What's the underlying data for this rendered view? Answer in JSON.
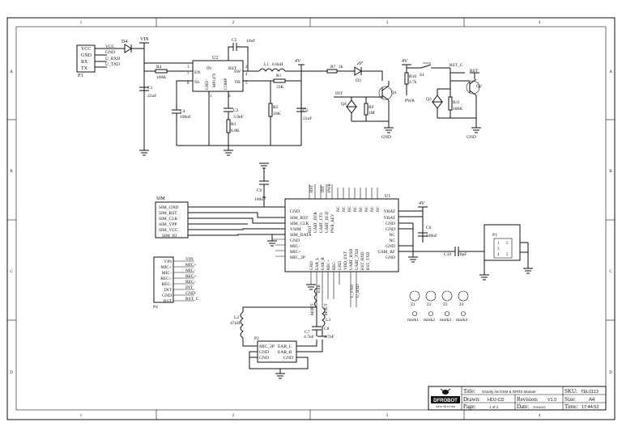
{
  "border": {
    "columns": [
      "1",
      "2",
      "3",
      "4"
    ],
    "rows": [
      "A",
      "B",
      "C",
      "D"
    ]
  },
  "power_connector": {
    "ref": "P3",
    "pins": [
      "VCC",
      "GND",
      "RX",
      "TX"
    ],
    "nets": [
      "VCC",
      "GND",
      "U_RXD",
      "U_TXD"
    ]
  },
  "regulator": {
    "diode": "D4",
    "vin": "VIN",
    "ic_ref": "U2",
    "ic_part": "MP1470",
    "pins": {
      "in": "IN",
      "en": "EN",
      "ss": "SS",
      "gnd": "GND",
      "bst": "BST",
      "sw": "SW",
      "fb": "FB",
      "comp": "COMP"
    },
    "pin_numbers": [
      "3",
      "7",
      "8",
      "1",
      "2",
      "4",
      "5",
      "6"
    ],
    "r4": {
      "ref": "R4",
      "value": "100K"
    },
    "c1": {
      "ref": "C1",
      "value": "22uF"
    },
    "c4": {
      "ref": "C4",
      "value": "100nF"
    },
    "c5": {
      "ref": "C5",
      "value": "10nF"
    },
    "c3": {
      "ref": "C3",
      "value": "3.9nF"
    },
    "r3": {
      "ref": "R3",
      "value": "6.8K"
    },
    "l1": {
      "ref": "L1",
      "value": "6.8uH"
    },
    "r1": {
      "ref": "R1",
      "value": "33K"
    },
    "r2": {
      "ref": "R2",
      "value": "10K"
    },
    "c2": {
      "ref": "C2",
      "value": "22uF"
    },
    "out_net": "4V"
  },
  "leds": {
    "r7": {
      "ref": "R7",
      "value": "2k"
    },
    "d3": "D3",
    "q1": "Q1",
    "q4": "Q4",
    "int_label": "INT",
    "r9": {
      "ref": "R9",
      "value": "1M"
    },
    "gnd": "GND"
  },
  "power_switch": {
    "net": "4V",
    "r10": {
      "ref": "R10",
      "value": "4.7k"
    },
    "pwr_label": "PWR",
    "s1": "S1",
    "rst_c": "RST_C",
    "rst": "RST",
    "q2": "Q2",
    "q3": "Q3",
    "r11": {
      "ref": "R11",
      "value": "100K"
    },
    "gnd": "GND"
  },
  "sim": {
    "label": "SIM",
    "pins": [
      "SIM_GND",
      "SIM_RST",
      "SIM_CLK",
      "SIM_VPP",
      "SIM_VCC",
      "SIM_IO"
    ],
    "c9": {
      "ref": "C9",
      "value": "100nF"
    }
  },
  "module": {
    "ref": "U1",
    "left_pins": [
      "GND",
      "SIM_RST",
      "SIM_CLK",
      "VSIM",
      "SIM_DATA",
      "GND",
      "MIC-",
      "MIC+",
      "MIC_2P"
    ],
    "top_pins": [
      "RST",
      "UART_DTR",
      "UART_CTS",
      "UART_DCD",
      "PWR_KEY",
      "NC",
      "NC",
      "NC",
      "NC",
      "NC",
      "NC",
      "NC",
      "NC"
    ],
    "top_labels": [
      "RST",
      "INT",
      "PWR"
    ],
    "right_pins": [
      "VBAT",
      "VBAT",
      "GND",
      "GND",
      "NC",
      "NC",
      "GND",
      "GSM_RF",
      "GND"
    ],
    "bottom_pins": [
      "GND",
      "EAR_L",
      "EAR_R",
      "REC+",
      "REC-",
      "GND",
      "VDD_EXT",
      "UART_RXD",
      "UART_TXD",
      "HST_RXD",
      "HST_TXD"
    ],
    "bottom_labels": [
      "EAR",
      "L_TXD",
      "U_RXD"
    ],
    "vbat_net": "4V",
    "c6": {
      "ref": "C6",
      "value": "100nF"
    },
    "c10": {
      "ref": "C10",
      "value": "10pF"
    },
    "antenna": {
      "ref": "P1",
      "pins": [
        "1",
        "2",
        "3",
        "4",
        "5"
      ]
    }
  },
  "audio": {
    "l2": {
      "ref": "L2",
      "value": "47nH"
    },
    "l3": "L3",
    "c7": {
      "ref": "C7",
      "value": "4.7nF"
    },
    "c8": {
      "ref": "C8",
      "value": "4.7nF"
    },
    "mic_out_label": "MOUT",
    "mic_out_label2": "MOUT",
    "connector": {
      "ref": "P2",
      "left_pins": [
        "MIC_2P",
        "GND",
        "GND"
      ],
      "right_pins": [
        "EAR_L",
        "EAR_R",
        "GND"
      ]
    }
  },
  "header": {
    "ref": "P4",
    "pins": [
      "VIN",
      "MIC+",
      "MIC-",
      "REC+",
      "REC-",
      "INT",
      "GND",
      "RST"
    ],
    "nets": [
      "VIN",
      "MIC+",
      "MIC-",
      "REC+",
      "REC-",
      "INT",
      "GND",
      "RST_C"
    ]
  },
  "fiducials": {
    "refs": [
      "Z1",
      "Z2",
      "Z3",
      "Z4"
    ],
    "labels": [
      "mark1",
      "mark2",
      "mark3",
      "mark4"
    ]
  },
  "title_block": {
    "logo": "DFROBOT",
    "logo_tagline": "DRIVE THE FUTURE",
    "title_label": "Title:",
    "title": "Gravity A6 GSM & GPRS Module",
    "sku_label": "SKU:",
    "sku": "TEL0113",
    "drawn_label": "Drawn:",
    "drawn": "HDJ-CD",
    "revision_label": "Revision:",
    "revision": "V1.0",
    "size_label": "Size:",
    "size": "A4",
    "page_label": "Page:",
    "page": "1 of 1",
    "date_label": "Date:",
    "date": "2018/4/9",
    "time_label": "Time:",
    "time": "17:44:52"
  }
}
